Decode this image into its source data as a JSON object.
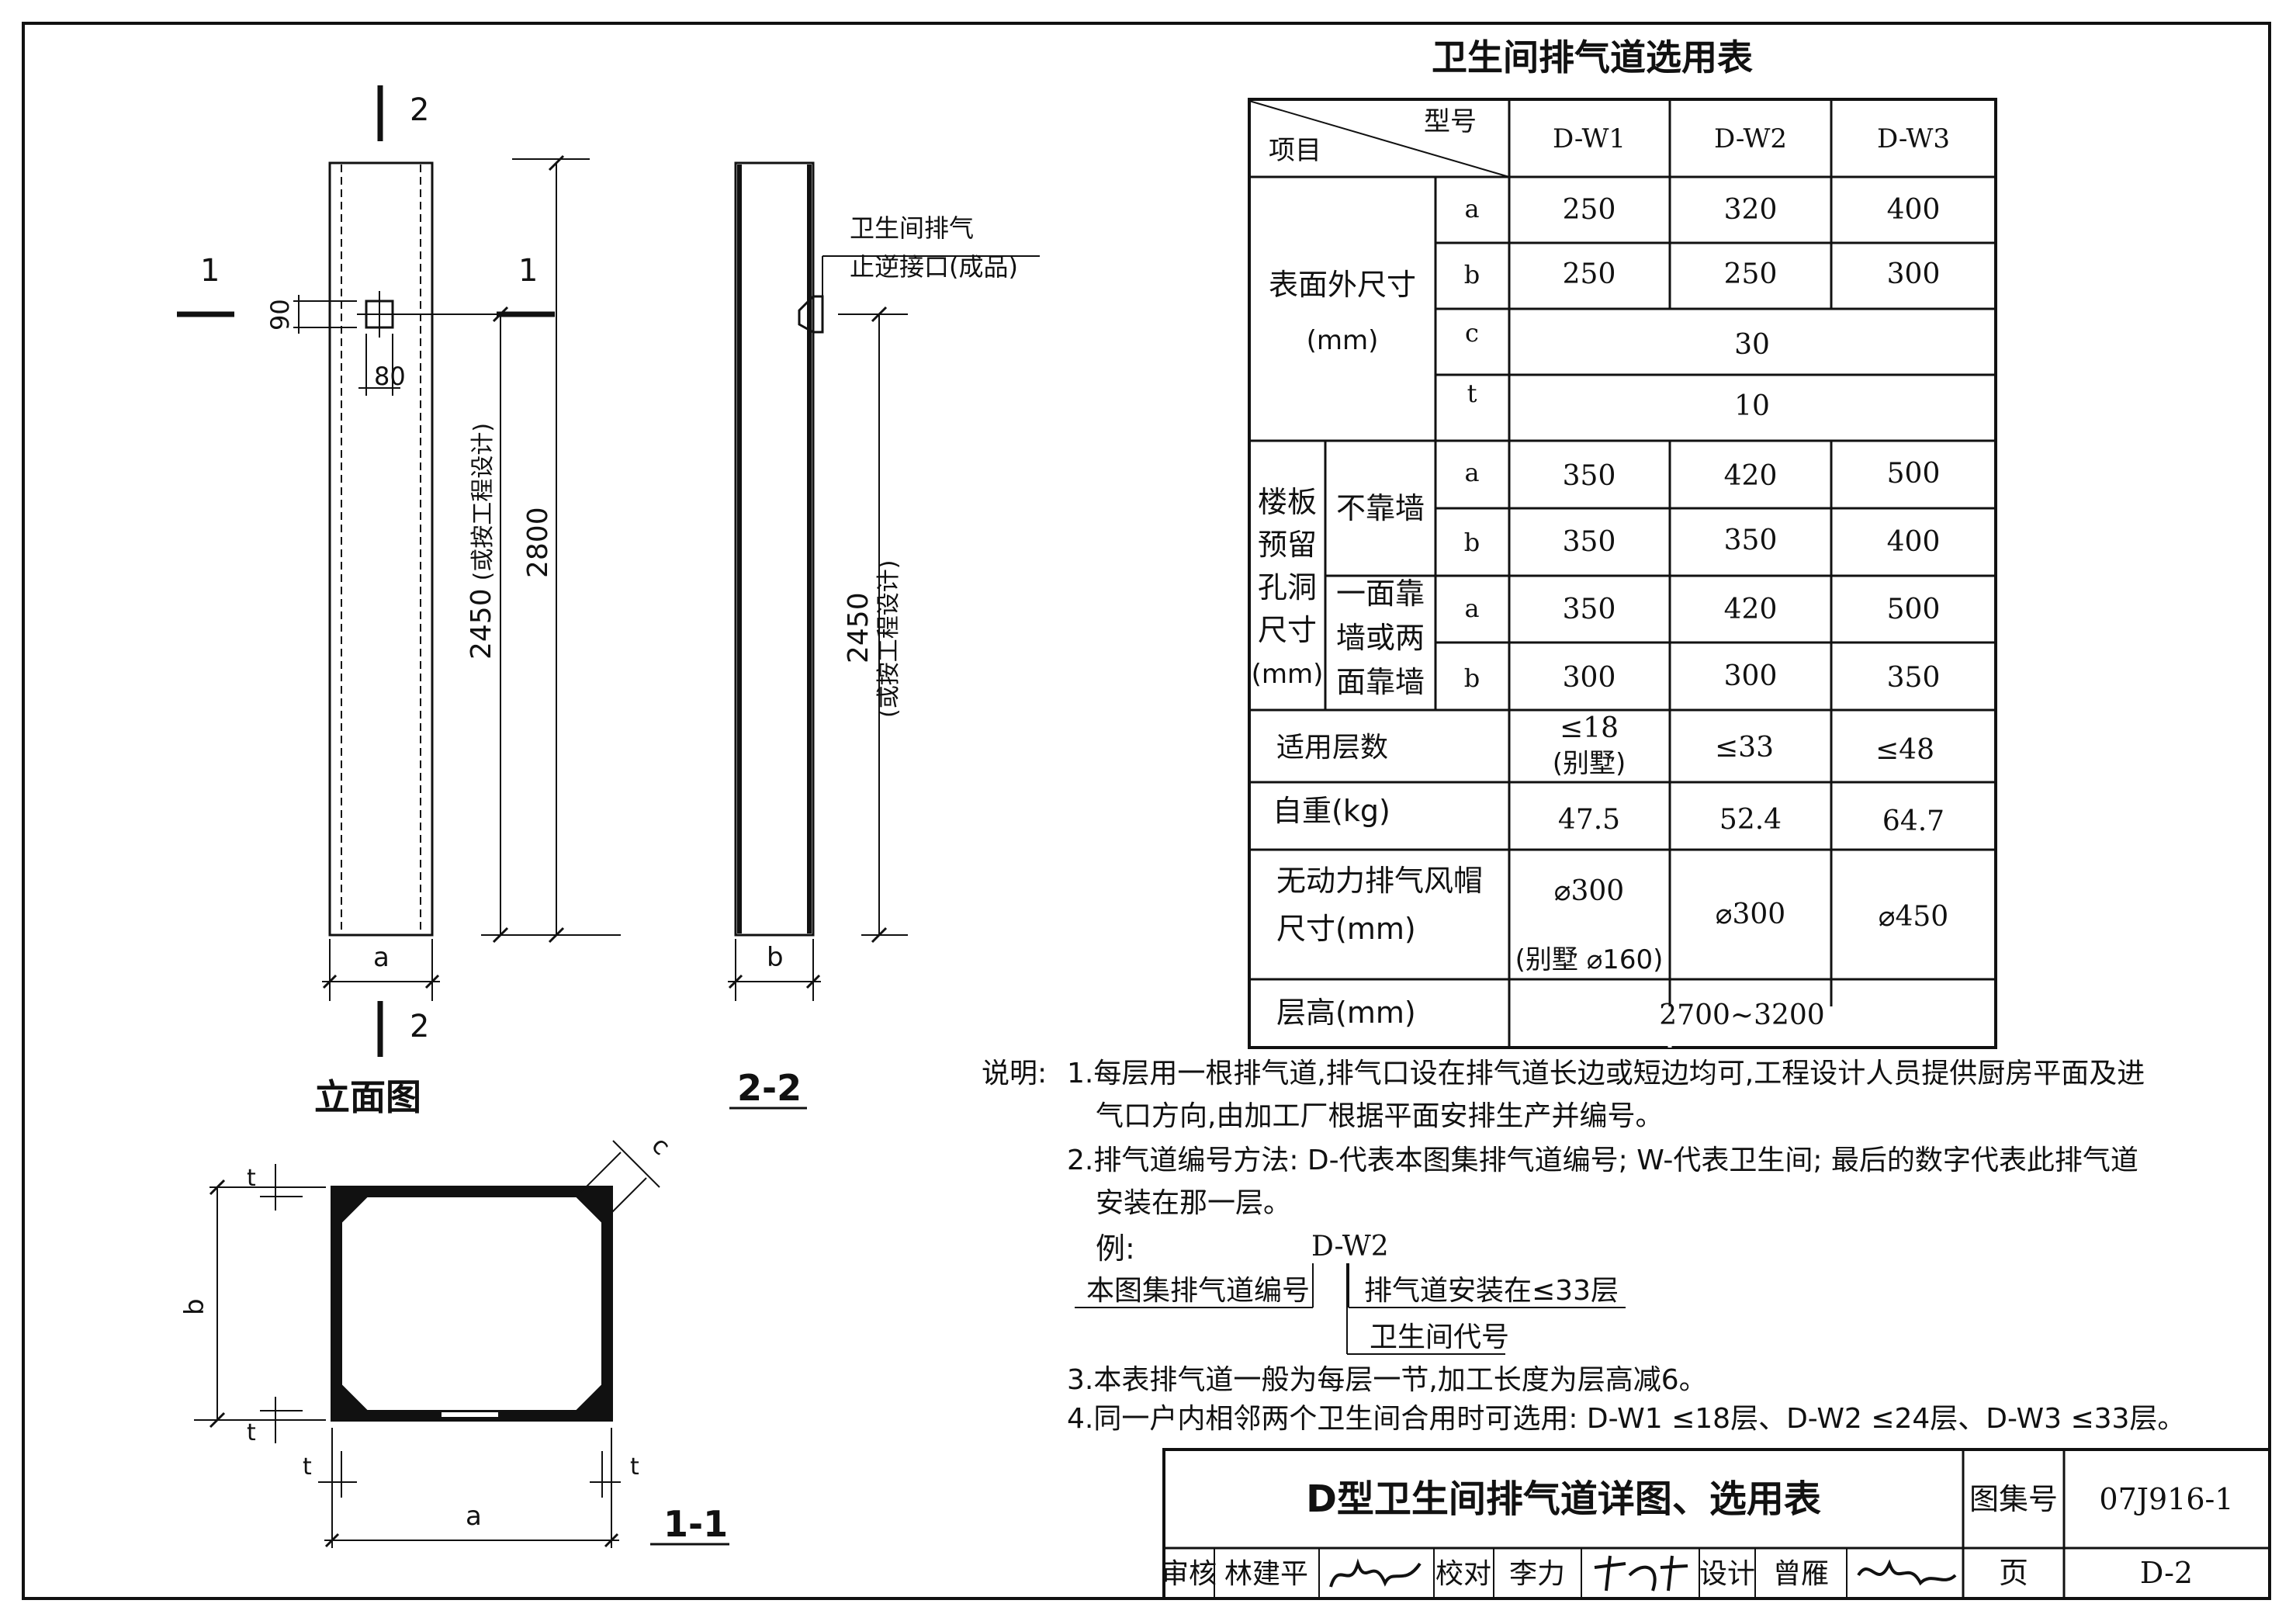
{
  "elevation": {
    "title": "立面图",
    "section_mark_2": "2",
    "section_mark_1": "1",
    "dim_90": "90",
    "dim_80": "80",
    "dim_2800": "2800",
    "dim_2450": "2450",
    "dim_2450_note": "(或按工程设计)",
    "dim_a": "a"
  },
  "section_22": {
    "title": "2-2",
    "inlet_label_1": "卫生间排气",
    "inlet_label_2": "止逆接口(成品)",
    "dim_2450": "2450",
    "dim_2450_note": "(或按工程设计)",
    "dim_b": "b"
  },
  "section_11": {
    "title": "1-1",
    "dim_t": "t",
    "dim_c": "c",
    "dim_b": "b",
    "dim_a": "a"
  },
  "table": {
    "title": "卫生间排气道选用表",
    "corner_top": "型号",
    "corner_bottom": "项目",
    "models": [
      "D-W1",
      "D-W2",
      "D-W3"
    ],
    "outer_size_label_1": "表面外尺寸",
    "outer_size_label_2": "(mm)",
    "outer_rows": [
      {
        "key": "a",
        "values": [
          "250",
          "320",
          "400"
        ]
      },
      {
        "key": "b",
        "values": [
          "250",
          "250",
          "300"
        ]
      },
      {
        "key": "c",
        "merged": "30"
      },
      {
        "key": "t",
        "merged": "10"
      }
    ],
    "hole_label": [
      "楼板",
      "预留",
      "孔洞",
      "尺寸",
      "(mm)"
    ],
    "not_wall_label": "不靠墙",
    "wall_label": [
      "一面靠",
      "墙或两",
      "面靠墙"
    ],
    "hole_rows": [
      {
        "key": "a",
        "values": [
          "350",
          "420",
          "500"
        ]
      },
      {
        "key": "b",
        "values": [
          "350",
          "350",
          "400"
        ]
      },
      {
        "key": "a",
        "values": [
          "350",
          "420",
          "500"
        ]
      },
      {
        "key": "b",
        "values": [
          "300",
          "300",
          "350"
        ]
      }
    ],
    "floors_label": "适用层数",
    "floors_values": [
      "≤18",
      "≤33",
      "≤48"
    ],
    "floors_note": "(别墅)",
    "weight_label": "自重(kg)",
    "weight_values": [
      "47.5",
      "52.4",
      "64.7"
    ],
    "cap_label_1": "无动力排气风帽",
    "cap_label_2": "尺寸(mm)",
    "cap_values": [
      "⌀300",
      "⌀300",
      "⌀450"
    ],
    "cap_note": "(别墅 ⌀160)",
    "height_label": "层高(mm)",
    "height_value": "2700~3200"
  },
  "notes": {
    "heading": "说明:",
    "n1_a": "1.每层用一根排气道,排气口设在排气道长边或短边均可,工程设计人员提供厨房平面及进",
    "n1_b": "气口方向,由加工厂根据平面安排生产并编号。",
    "n2_a": "2.排气道编号方法:   D-代表本图集排气道编号; W-代表卫生间; 最后的数字代表此排气道",
    "n2_b": "安装在那一层。",
    "example_label": "例:",
    "example_code": "D-W2",
    "example_d": "本图集排气道编号",
    "example_n": "排气道安装在≤33层",
    "example_w": "卫生间代号",
    "n3": "3.本表排气道一般为每层一节,加工长度为层高减6。",
    "n4": "4.同一户内相邻两个卫生间合用时可选用: D-W1 ≤18层、D-W2 ≤24层、D-W3 ≤33层。"
  },
  "title_block": {
    "drawing_title": "D型卫生间排气道详图、选用表",
    "atlas_label": "图集号",
    "atlas_no": "07J916-1",
    "review_label": "审核",
    "reviewer": "林建平",
    "check_label": "校对",
    "checker": "李力",
    "design_label": "设计",
    "designer": "曾雁",
    "page_label": "页",
    "page_no": "D-2"
  }
}
